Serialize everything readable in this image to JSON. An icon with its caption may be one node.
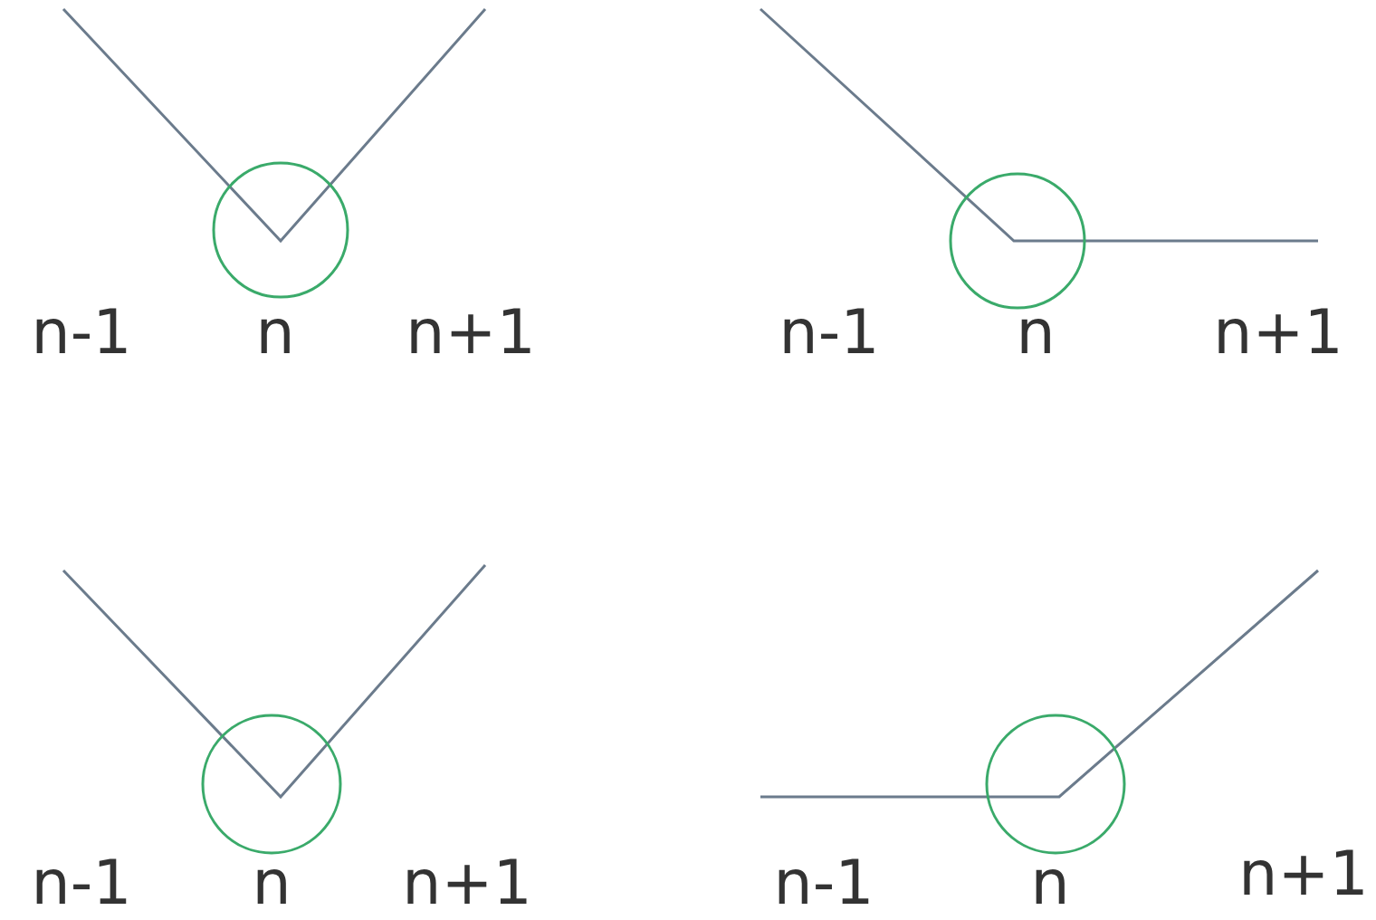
{
  "diagram": {
    "labels": [
      "n-1",
      "n",
      "n+1",
      "n-1",
      "n",
      "n+1",
      "n-1",
      "n",
      "n+1",
      "n-1",
      "n",
      "n+1"
    ]
  }
}
